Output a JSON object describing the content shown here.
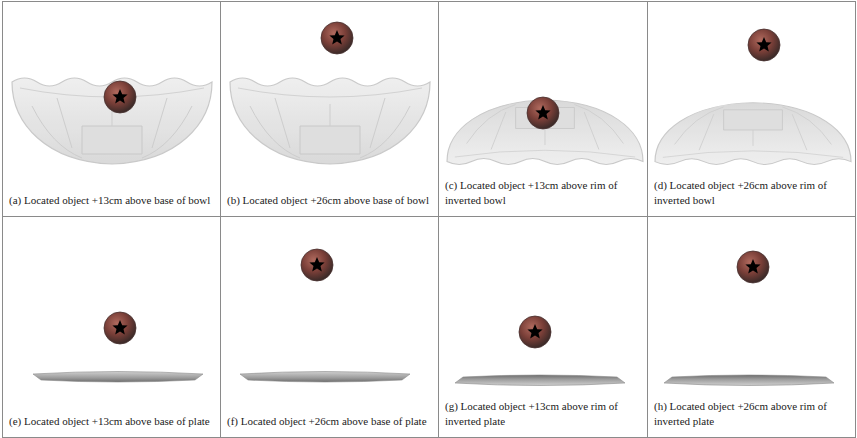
{
  "diagram": {
    "nodes": [
      {
        "text": [
          "(a) Located object +13cm above base of bowl"
        ]
      },
      {
        "text": [
          "(b) Located object +26cm above base of bowl"
        ]
      },
      {
        "text": [
          "(c) Located object +13cm above rim of inverted bowl"
        ]
      },
      {
        "text": [
          "(d) Located object +26cm above rim of inverted bowl"
        ]
      },
      {
        "text": [
          "(e) Located object +13cm above base of plate"
        ]
      },
      {
        "text": [
          "(f) Located object +26cm above base of plate"
        ]
      },
      {
        "text": [
          "(g) Located object +13cm above rim of inverted plate"
        ]
      },
      {
        "text": [
          "(h) Located object +26cm above rim of inverted plate"
        ]
      }
    ]
  }
}
